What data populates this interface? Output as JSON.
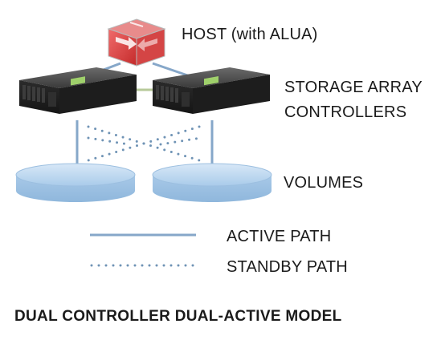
{
  "labels": {
    "host": "HOST (with ALUA)",
    "controllers_line1": "STORAGE ARRAY",
    "controllers_line2": "CONTROLLERS",
    "volumes": "VOLUMES",
    "active_path": "ACTIVE PATH",
    "standby_path": "STANDBY PATH",
    "title": "DUAL CONTROLLER DUAL-ACTIVE MODEL"
  },
  "colors": {
    "active_path": "#86a7c9",
    "standby_path": "#6f93b5",
    "host_icon": "#d83b3b",
    "volume_fill": "#b9d6f0",
    "controller_body": "#2a2a2a"
  },
  "icons": {
    "host": "host-icon",
    "controller": "storage-controller-icon",
    "volume": "volume-disk-icon"
  }
}
